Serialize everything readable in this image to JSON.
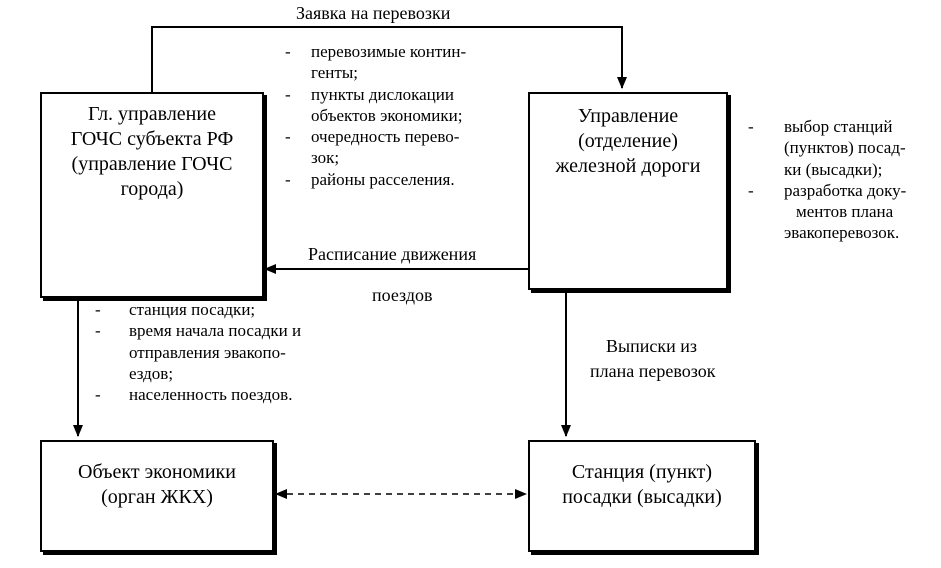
{
  "boxes": {
    "main_gochs": [
      "Гл. управление",
      "ГОЧС субъекта РФ",
      "(управление ГОЧС",
      "города)"
    ],
    "railway": [
      "Управление",
      "(отделение)",
      "железной дороги"
    ],
    "economy_object": [
      "Объект экономики",
      "(орган ЖКХ)"
    ],
    "station": [
      "Станция (пункт)",
      "посадки (высадки)"
    ]
  },
  "labels": {
    "request": "Заявка на перевозки",
    "schedule_1": "Расписание движения",
    "schedule_2": "поездов",
    "extracts_1": "Выписки из",
    "extracts_2": "плана перевозок"
  },
  "lists": {
    "request_details": {
      "dash": "-",
      "items": [
        [
          "перевозимые контин-",
          "генты;"
        ],
        [
          "пункты дислокации",
          "объектов экономики;"
        ],
        [
          "очередность перево-",
          "зок;"
        ],
        [
          "районы расселения."
        ]
      ]
    },
    "railway_tasks": {
      "dash": "-",
      "items": [
        [
          "выбор станций",
          "(пунктов) посад-",
          "ки (высадки);"
        ],
        [
          "разработка доку-",
          "ментов плана",
          "эвакоперевозок."
        ]
      ]
    },
    "boarding_info": {
      "dash": "-",
      "items": [
        [
          "станция посадки;"
        ],
        [
          "время начала посадки и",
          "отправления эвакопо-",
          "ездов;"
        ],
        [
          "населенность поездов."
        ]
      ]
    }
  }
}
